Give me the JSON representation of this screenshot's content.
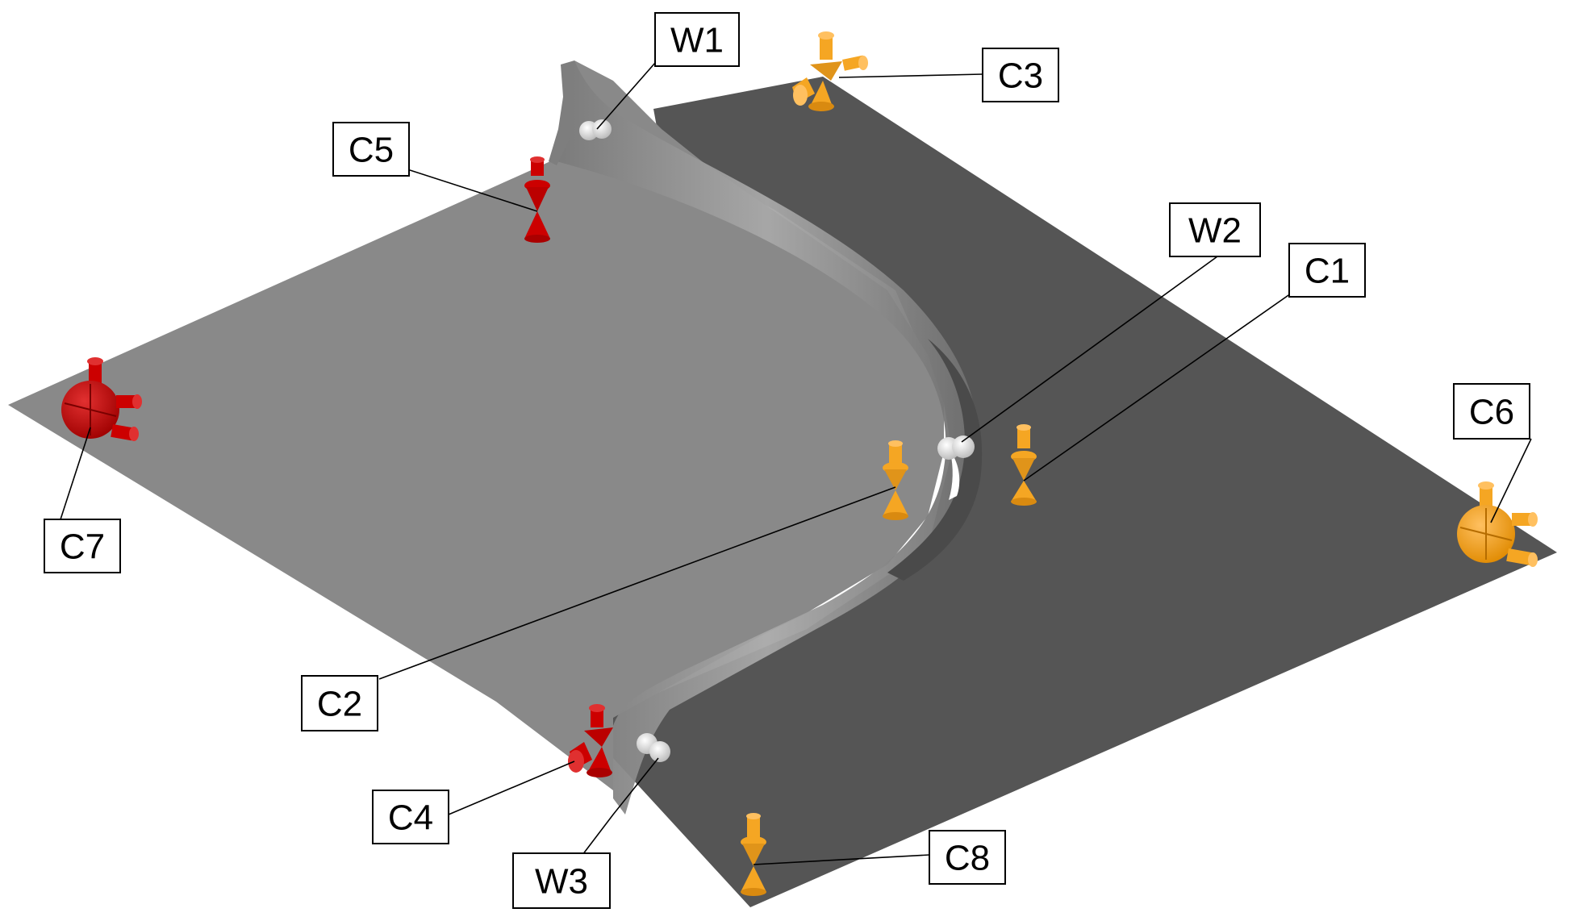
{
  "colors": {
    "background": "#ffffff",
    "left_panel": "#8a8a8a",
    "right_panel": "#555555",
    "clamp_red": "#cc0000",
    "clamp_orange": "#f5a623",
    "weld_point": "#e6e6e6"
  },
  "labels": {
    "W1": "W1",
    "W2": "W2",
    "W3": "W3",
    "C1": "C1",
    "C2": "C2",
    "C3": "C3",
    "C4": "C4",
    "C5": "C5",
    "C6": "C6",
    "C7": "C7",
    "C8": "C8"
  }
}
